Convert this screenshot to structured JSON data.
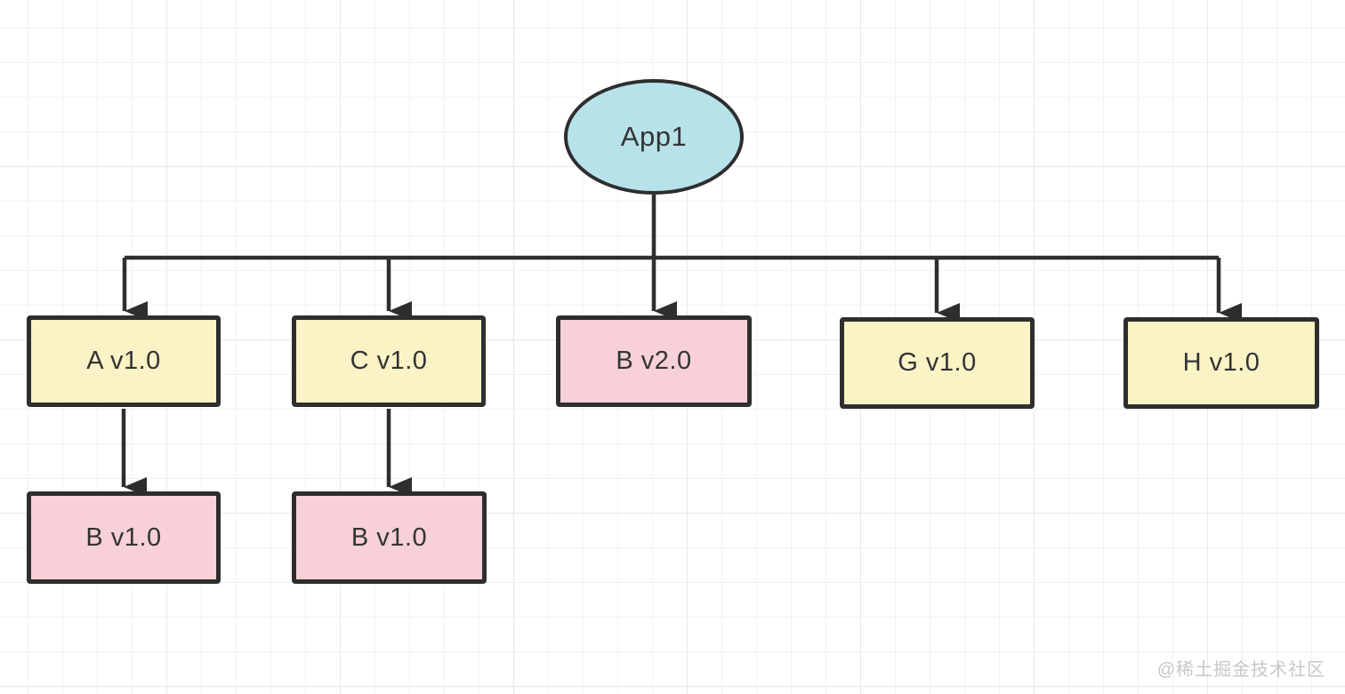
{
  "diagram": {
    "title_semantic": "dependency-tree",
    "nodes": {
      "app1": {
        "label": "App1",
        "shape": "ellipse",
        "fill": "#b7e2ea"
      },
      "a1": {
        "label": "A v1.0",
        "shape": "rect",
        "fill": "#faf3c6"
      },
      "c1": {
        "label": "C v1.0",
        "shape": "rect",
        "fill": "#faf3c6"
      },
      "b2": {
        "label": "B v2.0",
        "shape": "rect",
        "fill": "#f7d1d7"
      },
      "g1": {
        "label": "G v1.0",
        "shape": "rect",
        "fill": "#faf3c6"
      },
      "h1": {
        "label": "H v1.0",
        "shape": "rect",
        "fill": "#faf3c6"
      },
      "b1a": {
        "label": "B v1.0",
        "shape": "rect",
        "fill": "#f7d1d7"
      },
      "b1b": {
        "label": "B v1.0",
        "shape": "rect",
        "fill": "#f7d1d7"
      }
    },
    "edges": [
      {
        "from": "app1",
        "to": "a1"
      },
      {
        "from": "app1",
        "to": "c1"
      },
      {
        "from": "app1",
        "to": "b2"
      },
      {
        "from": "app1",
        "to": "g1"
      },
      {
        "from": "app1",
        "to": "h1"
      },
      {
        "from": "a1",
        "to": "b1a"
      },
      {
        "from": "c1",
        "to": "b1b"
      }
    ],
    "colors": {
      "stroke": "#2e2e2e",
      "text": "#333333",
      "grid_line": "#e9e9e9",
      "background": "#ffffff",
      "node_yellow": "#faf3c6",
      "node_pink": "#f7d1d7",
      "node_cyan": "#b7e2ea",
      "watermark_gray": "#c7c7c7"
    }
  },
  "watermark": {
    "text": "@稀土掘金技术社区"
  }
}
